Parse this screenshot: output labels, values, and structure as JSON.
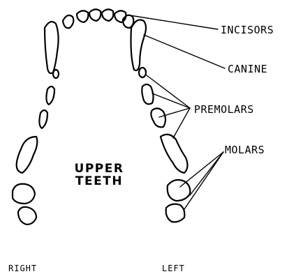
{
  "diagram": {
    "center_title_line1": "UPPER",
    "center_title_line2": "TEETH",
    "labels": {
      "incisors": "INCISORS",
      "canine": "CANINE",
      "premolars": "PREMOLARS",
      "molars": "MOLARS"
    },
    "sides": {
      "right": "RIGHT",
      "left": "LEFT"
    }
  }
}
